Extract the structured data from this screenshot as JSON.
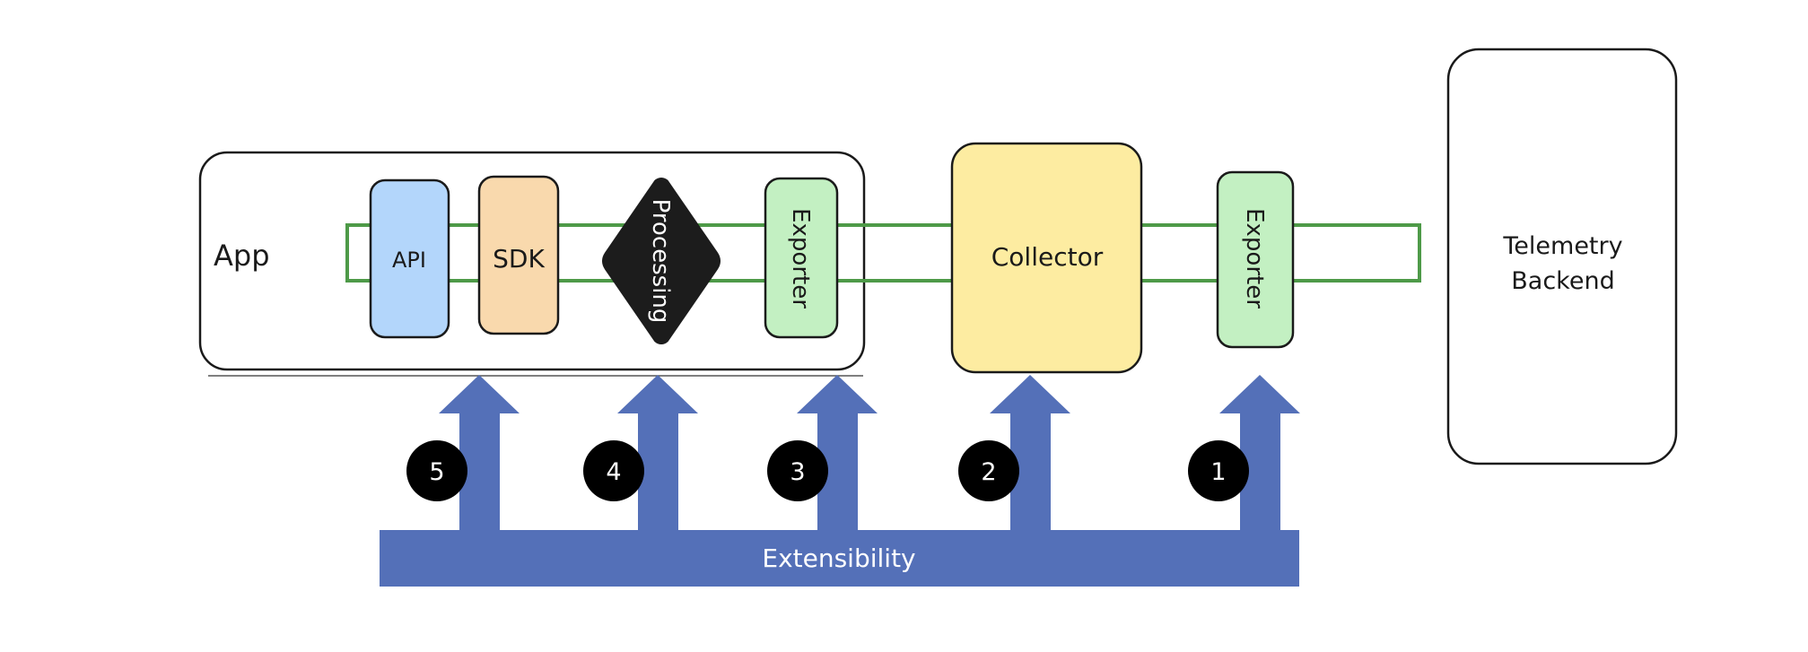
{
  "app": {
    "label": "App"
  },
  "components": {
    "api": "API",
    "sdk": "SDK",
    "processing": "Processing",
    "app_exporter": "Exporter",
    "collector": "Collector",
    "collector_exporter": "Exporter"
  },
  "backend": {
    "line1": "Telemetry",
    "line2": "Backend"
  },
  "extensibility": {
    "label": "Extensibility"
  },
  "markers": [
    "5",
    "4",
    "3",
    "2",
    "1"
  ],
  "colors": {
    "pipeline": "#4e9a48",
    "api": "#b3d6fb",
    "sdk": "#f9d9ad",
    "processing": "#1c1c1c",
    "exporter": "#c3f0c2",
    "collector": "#fdeca1",
    "arrows": "#5470b8",
    "marker": "#000000"
  }
}
